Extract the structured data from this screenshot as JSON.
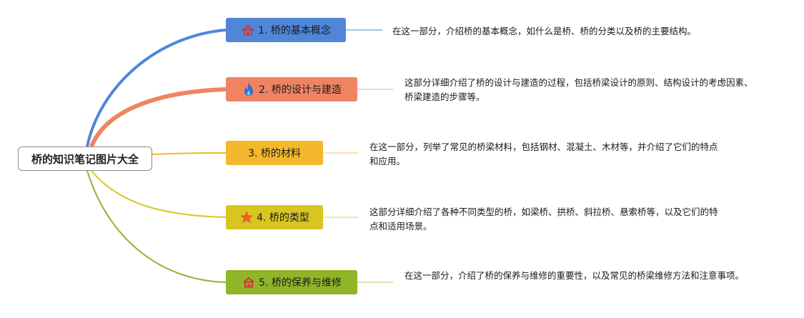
{
  "root": {
    "title": "桥的知识笔记图片大全"
  },
  "branches": [
    {
      "label": "1. 桥的基本概念",
      "icon": "house-icon",
      "color": "#4f86d8",
      "desc": "在这一部分，介绍桥的基本概念，如什么是桥、桥的分类以及桥的主要结构。"
    },
    {
      "label": "2. 桥的设计与建造",
      "icon": "flame-icon",
      "color": "#f08462",
      "desc": "这部分详细介绍了桥的设计与建造的过程，包括桥梁设计的原则、结构设计的考虑因素、桥梁建造的步骤等。"
    },
    {
      "label": "3. 桥的材料",
      "icon": "",
      "color": "#f3b82b",
      "desc": "在这一部分，列举了常见的桥梁材料，包括钢材、混凝土、木材等，并介绍了它们的特点和应用。"
    },
    {
      "label": "4. 桥的类型",
      "icon": "star-icon",
      "color": "#d9c520",
      "desc": "这部分详细介绍了各种不同类型的桥，如梁桥、拱桥、斜拉桥、悬索桥等，以及它们的特点和适用场景。"
    },
    {
      "label": "5. 桥的保养与维修",
      "icon": "house-icon",
      "color": "#8fb528",
      "desc": "在这一部分，介绍了桥的保养与维修的重要性，以及常见的桥梁维修方法和注意事项。"
    }
  ]
}
